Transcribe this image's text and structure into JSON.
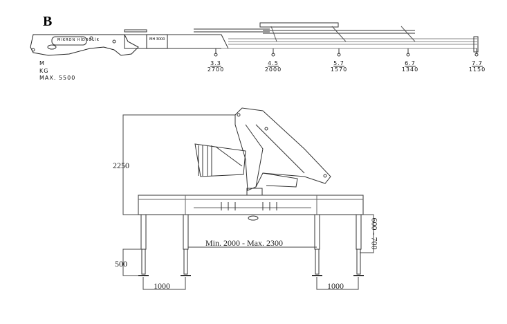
{
  "panel_label": "B",
  "boom": {
    "brand_text": "MIKRON HİDROLİK",
    "model_text": "MH 3000"
  },
  "row_labels": {
    "m": "M",
    "kg": "KG",
    "max": "MAX. 5500"
  },
  "load_points": [
    {
      "m": "3.3",
      "kg": "2700"
    },
    {
      "m": "4.5",
      "kg": "2000"
    },
    {
      "m": "5.7",
      "kg": "1570"
    },
    {
      "m": "6.7",
      "kg": "1340"
    },
    {
      "m": "7.7",
      "kg": "1150"
    }
  ],
  "dimensions": {
    "height": "2250",
    "leg_span": "Min. 2000 - Max. 2300",
    "leg_extension": "500",
    "foot_spacing_left": "1000",
    "foot_spacing_right": "1000",
    "stroke_range": "600 - 700"
  }
}
